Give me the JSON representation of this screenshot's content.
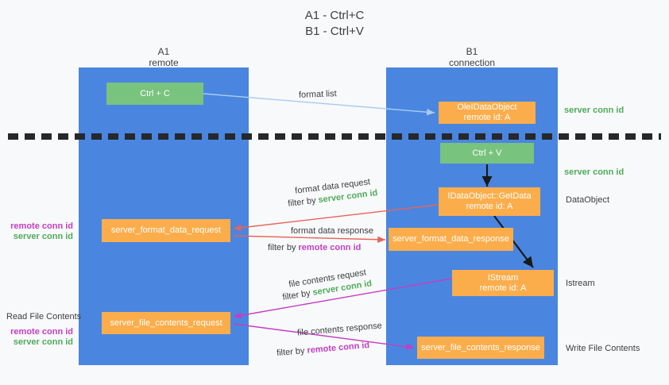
{
  "title": "A1 - Ctrl+C\nB1 - Ctrl+V",
  "columns": {
    "a1": {
      "name": "A1",
      "role": "remote",
      "header": "A1\nremote"
    },
    "b1": {
      "name": "B1",
      "role": "connection",
      "header": "B1\nconnection"
    }
  },
  "nodes": {
    "ctrl_c": {
      "label": "Ctrl + C",
      "color": "#78c37e",
      "lane": "a1"
    },
    "ctrl_v": {
      "label": "Ctrl + V",
      "color": "#78c37e",
      "lane": "b1"
    },
    "ole_data_object": {
      "label": "OleIDataObject\nremote id: A",
      "color": "#fbad4b",
      "lane": "b1"
    },
    "idataobject_getdata": {
      "label": "IDataObject::GetData\nremote id: A",
      "color": "#fbad4b",
      "lane": "b1"
    },
    "istream": {
      "label": "IStream\nremote id: A",
      "color": "#fbad4b",
      "lane": "b1"
    },
    "format_data_request": {
      "label": "server_format_data_request",
      "color": "#fbad4b",
      "lane": "a1"
    },
    "format_data_response": {
      "label": "server_format_data_response",
      "color": "#fbad4b",
      "lane": "b1"
    },
    "file_contents_request": {
      "label": "server_file_contents_request",
      "color": "#fbad4b",
      "lane": "a1"
    },
    "file_contents_response": {
      "label": "server_file_contents_response",
      "color": "#fbad4b",
      "lane": "b1"
    }
  },
  "edges": {
    "format_list": {
      "label": "format list",
      "color": "#a8cbef"
    },
    "format_data_request": {
      "title": "format data request",
      "filter_prefix": "filter by ",
      "filter_value": "server conn id",
      "color": "#e8625a"
    },
    "format_data_response": {
      "title": "format data response",
      "filter_prefix": "filter by ",
      "filter_value": "remote conn id",
      "color": "#e8625a"
    },
    "file_contents_request": {
      "title": "file contents request",
      "filter_prefix": "filter by ",
      "filter_value": "server conn id",
      "color": "#c43ec4"
    },
    "file_contents_response": {
      "title": "file contents response",
      "filter_prefix": "filter by ",
      "filter_value": "remote conn id",
      "color": "#c43ec4"
    }
  },
  "annotations": {
    "right_server_conn_id_1": "server conn id",
    "right_server_conn_id_2": "server conn id",
    "right_dataobject": "DataObject",
    "right_istream": "Istream",
    "right_write_file_contents": "Write File Contents",
    "left_read_file_contents": "Read File Contents",
    "left_remote_conn_id_1": "remote conn id",
    "left_server_conn_id_1": "server conn id",
    "left_remote_conn_id_2": "remote conn id",
    "left_server_conn_id_2": "server conn id"
  },
  "colors": {
    "lane": "#4a86e0",
    "green_node": "#78c37e",
    "orange_node": "#fbad4b",
    "green_text": "#4eab5a",
    "magenta_text": "#c43ec4",
    "red_arrow": "#e8625a",
    "magenta_arrow": "#c43ec4",
    "light_blue_arrow": "#a8cbef",
    "black_arrow": "#1a1a1a",
    "background": "#f8f9fa"
  }
}
